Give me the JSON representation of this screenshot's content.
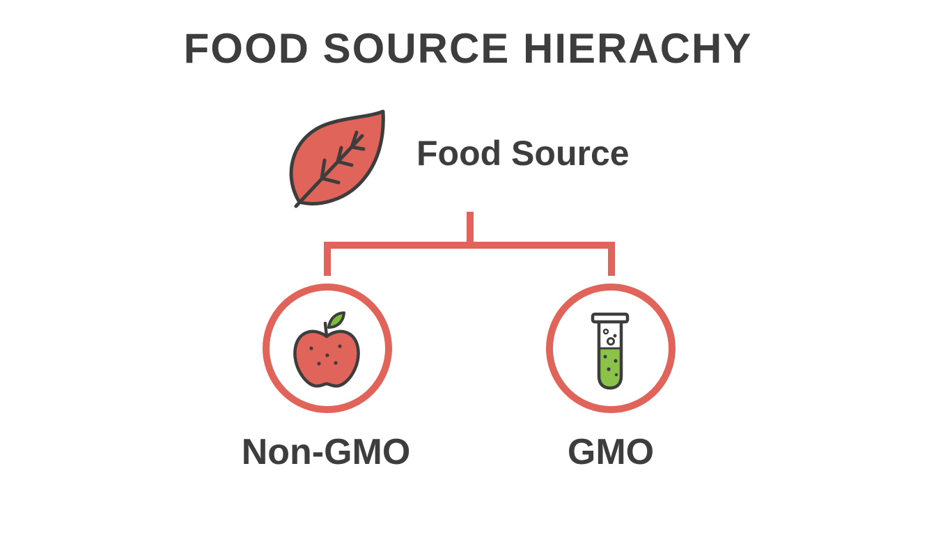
{
  "title": "FOOD SOURCE HIERACHY",
  "root": {
    "label": "Food Source",
    "icon": "leaf-icon"
  },
  "children": [
    {
      "label": "Non-GMO",
      "icon": "apple-icon"
    },
    {
      "label": "GMO",
      "icon": "test-tube-icon"
    }
  ],
  "colors": {
    "accent": "#e0645a",
    "text": "#3d3d3d",
    "leaf_green": "#7cbd3a",
    "liquid_green": "#8bc34a"
  }
}
